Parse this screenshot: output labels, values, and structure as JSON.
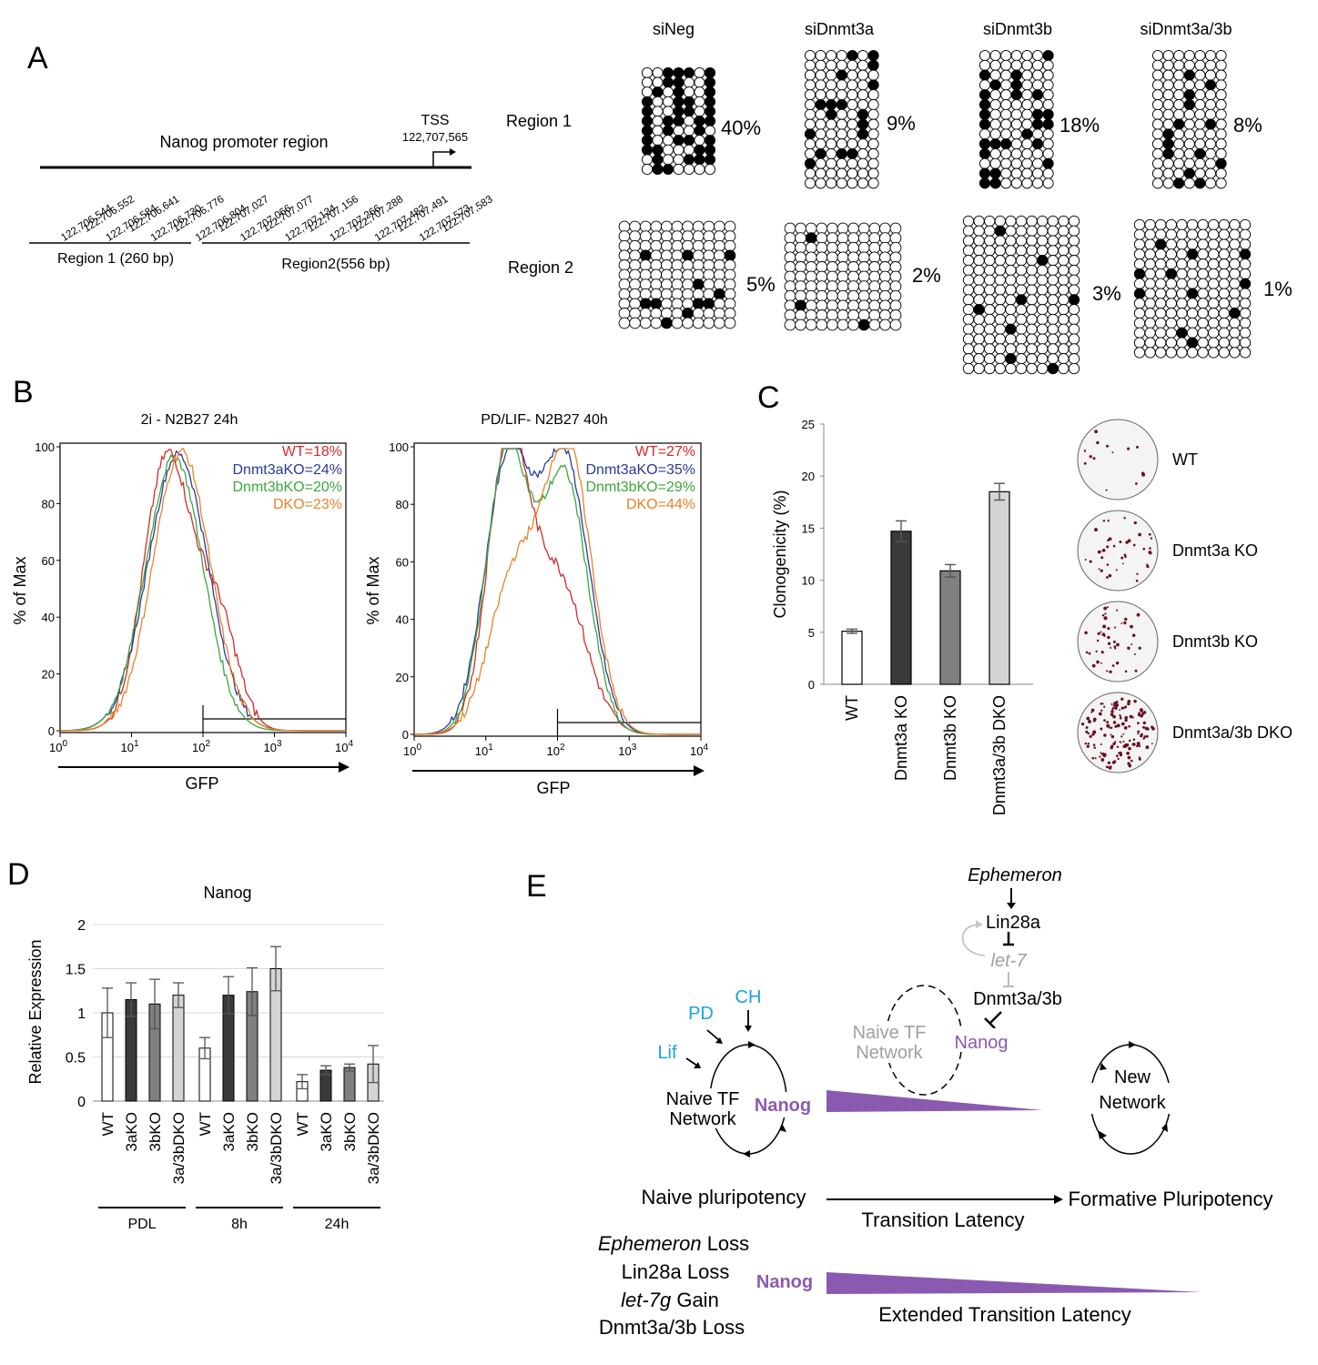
{
  "panels": {
    "a": "A",
    "b": "B",
    "c": "C",
    "d": "D",
    "e": "E"
  },
  "panel_a": {
    "promoter_label": "Nanog promoter region",
    "tss_label": "TSS",
    "tss_coord": "122,707,565",
    "coordinates": [
      "122,706,544",
      "122,706,552",
      "122,706,584",
      "122,706,641",
      "122,706,730",
      "122,706,776",
      "122,706,804",
      "122,707,027",
      "122,707,066",
      "122,707,077",
      "122,707,134",
      "122,707,156",
      "122,707,266",
      "122,707,288",
      "122,707,482",
      "122,707,491",
      "122,707,573",
      "122,707,583"
    ],
    "region1_label": "Region 1 (260 bp)",
    "region2_label": "Region2(556 bp)",
    "row_labels": [
      "Region 1",
      "Region 2"
    ],
    "columns": [
      "siNeg",
      "siDnmt3a",
      "siDnmt3b",
      "siDnmt3a/3b"
    ],
    "region1_percents": [
      "40%",
      "9%",
      "18%",
      "8%"
    ],
    "region2_percents": [
      "5%",
      "2%",
      "3%",
      "1%"
    ]
  },
  "panel_b": {
    "plots": [
      {
        "title": "2i - N2B27 24h",
        "ylabel": "% of Max",
        "xlabel": "GFP",
        "legend": [
          {
            "text": "WT=18%",
            "color": "#d42a2a"
          },
          {
            "text": "Dnmt3aKO=24%",
            "color": "#2a3a9a"
          },
          {
            "text": "Dnmt3bKO=20%",
            "color": "#3aa83a"
          },
          {
            "text": "DKO=23%",
            "color": "#e8832a"
          }
        ]
      },
      {
        "title": "PD/LIF- N2B27 40h",
        "ylabel": "% of Max",
        "xlabel": "GFP",
        "legend": [
          {
            "text": "WT=27%",
            "color": "#d42a2a"
          },
          {
            "text": "Dnmt3aKO=35%",
            "color": "#2a3a9a"
          },
          {
            "text": "Dnmt3bKO=29%",
            "color": "#3aa83a"
          },
          {
            "text": "DKO=44%",
            "color": "#e8832a"
          }
        ]
      }
    ],
    "yticks": [
      "0",
      "20",
      "40",
      "60",
      "80",
      "100"
    ],
    "xticks": [
      "10",
      "10",
      "10",
      "10",
      "10"
    ],
    "xtick_exps": [
      "0",
      "1",
      "2",
      "3",
      "4"
    ]
  },
  "chart_data": [
    {
      "type": "bar",
      "title": "",
      "ylabel": "Clonogenicity (%)",
      "categories": [
        "WT",
        "Dnmt3a KO",
        "Dnmt3b KO",
        "Dnmt3a/3b DKO"
      ],
      "values": [
        5.1,
        14.7,
        10.9,
        18.5
      ],
      "errors": [
        0.2,
        1.0,
        0.6,
        0.8
      ],
      "colors": [
        "#ffffff",
        "#3a3a3a",
        "#808080",
        "#d4d4d4"
      ],
      "ylim": [
        0,
        25
      ],
      "yticks": [
        "0",
        "5",
        "10",
        "15",
        "20",
        "25"
      ]
    },
    {
      "type": "bar",
      "title": "Nanog",
      "ylabel": "Relative Expression",
      "categories": [
        "WT",
        "3aKO",
        "3bKO",
        "3a/3bDKO",
        "WT",
        "3aKO",
        "3bKO",
        "3a/3bDKO",
        "WT",
        "3aKO",
        "3bKO",
        "3a/3bDKO"
      ],
      "groups": [
        "PDL",
        "8h",
        "24h"
      ],
      "values": [
        1.0,
        1.15,
        1.1,
        1.2,
        0.6,
        1.2,
        1.24,
        1.5,
        0.22,
        0.35,
        0.38,
        0.42
      ],
      "errors": [
        0.28,
        0.19,
        0.28,
        0.14,
        0.12,
        0.21,
        0.27,
        0.25,
        0.08,
        0.05,
        0.04,
        0.21
      ],
      "colors": [
        "#ffffff",
        "#3a3a3a",
        "#808080",
        "#d4d4d4",
        "#ffffff",
        "#3a3a3a",
        "#808080",
        "#d4d4d4",
        "#ffffff",
        "#3a3a3a",
        "#808080",
        "#d4d4d4"
      ],
      "ylim": [
        0,
        2
      ],
      "yticks": [
        "0",
        "0.5",
        "1",
        "1.5",
        "2"
      ]
    }
  ],
  "panel_c": {
    "dish_labels": [
      "WT",
      "Dnmt3a KO",
      "Dnmt3b KO",
      "Dnmt3a/3b DKO"
    ]
  },
  "panel_e": {
    "ephemeron": "Ephemeron",
    "lin28a": "Lin28a",
    "let7": "let-7",
    "dnmt": "Dnmt3a/3b",
    "pd": "PD",
    "ch": "CH",
    "lif": "Lif",
    "naive_tf_1": "Naive TF",
    "naive_tf_2": "Network",
    "nanog": "Nanog",
    "ghost_tf_1": "Naive TF",
    "ghost_tf_2": "Network",
    "new_net_1": "New",
    "new_net_2": "Network",
    "naive_pluri": "Naive pluripotency",
    "transition": "Transition Latency",
    "formative": "Formative Pluripotency",
    "loss_ephemeron_1": "Ephemeron",
    "loss_ephemeron_2": " Loss",
    "loss_lin28a": "Lin28a Loss",
    "gain_let7_1": "let-7g",
    "gain_let7_2": " Gain",
    "loss_dnmt": "Dnmt3a/3b Loss",
    "nanog_bottom": "Nanog",
    "extended": "Extended Transition Latency",
    "colors": {
      "blue": "#1aa3d9",
      "purple": "#8a5ab0",
      "gray": "#a0a0a0"
    }
  }
}
